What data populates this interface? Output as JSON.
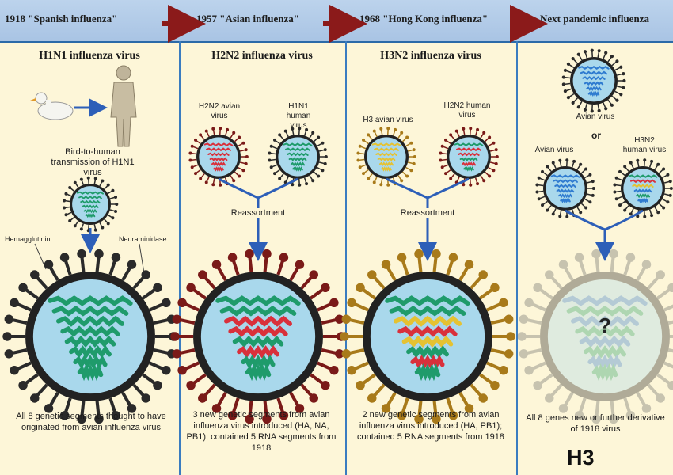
{
  "header": {
    "p1": "1918 \"Spanish influenza\"",
    "p2": "1957 \"Asian influenza\"",
    "p3": "1968 \"Hong Kong influenza\"",
    "p4": "Next pandemic influenza"
  },
  "col1": {
    "title": "H1N1 influenza virus",
    "transmission": "Bird-to-human transmission of H1N1 virus",
    "hemagglutinin": "Hemagglutinin",
    "neuraminidase": "Neuraminidase",
    "caption": "All 8 genetic segments thought to have originated from avian influenza virus"
  },
  "col2": {
    "title": "H2N2 influenza virus",
    "left_label": "H2N2 avian virus",
    "right_label": "H1N1 human virus",
    "reassortment": "Reassortment",
    "caption": "3 new genetic segments from avian influenza virus introduced (HA, NA, PB1); contained 5 RNA segments from 1918"
  },
  "col3": {
    "title": "H3N2 influenza virus",
    "left_label": "H3 avian virus",
    "right_label": "H2N2 human virus",
    "reassortment": "Reassortment",
    "caption": "2 new genetic segments from avian influenza virus introduced (HA, PB1); contained 5 RNA segments from 1918"
  },
  "col4": {
    "top_label": "Avian virus",
    "or": "or",
    "left_label": "Avian virus",
    "right_label": "H3N2 human virus",
    "question": "?",
    "caption": "All 8 genes new or further derivative of 1918 virus"
  },
  "corner_label": "H3",
  "colors": {
    "header_bg": "#b3cce8",
    "arrow": "#8b1a1a",
    "blue_arrow": "#2d5fb8",
    "virus_core": "#a9d8ec",
    "green_seg": "#1f9b6b",
    "red_seg": "#d9303b",
    "yellow_seg": "#e5c232",
    "blue_seg": "#2f7bd0"
  }
}
